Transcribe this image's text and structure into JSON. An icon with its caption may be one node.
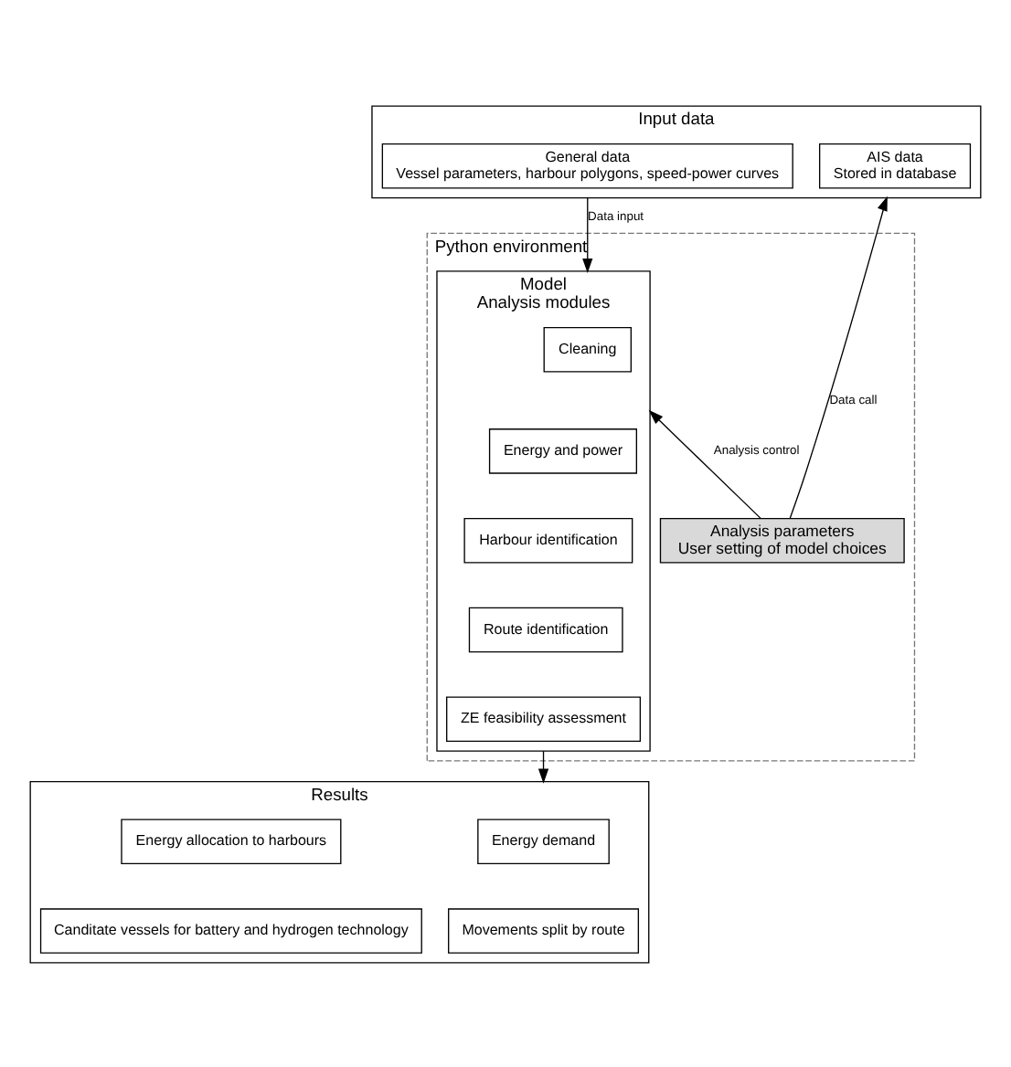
{
  "diagram": {
    "nodes": [
      {
        "text": [
          "Input data"
        ]
      },
      {
        "text": [
          "AIS data",
          "Stored in database"
        ],
        "in": 0
      },
      {
        "text": [
          "General data",
          "Vessel parameters, harbour polygons, speed-power curves"
        ],
        "in": 0
      },
      {
        "text": [
          "Python environment"
        ]
      },
      {
        "text": [
          "Analysis parameters",
          "User setting of model choices"
        ],
        "in": 3
      },
      {
        "text": [
          "Model",
          "Analysis modules"
        ],
        "in": 3
      },
      {
        "text": [
          "Cleaning"
        ],
        "in": 5
      },
      {
        "text": [
          "Energy and power"
        ],
        "in": 5
      },
      {
        "text": [
          "Harbour identification"
        ],
        "in": 5
      },
      {
        "text": [
          "Route identification"
        ],
        "in": 5
      },
      {
        "text": [
          "ZE feasibility assessment"
        ],
        "in": 5
      },
      {
        "text": [
          "Results"
        ]
      },
      {
        "text": [
          "Energy demand"
        ],
        "in": 11
      },
      {
        "text": [
          "Energy allocation to harbours"
        ],
        "in": 11
      },
      {
        "text": [
          "Movements split by route"
        ],
        "in": 11
      },
      {
        "text": [
          "Canditate vessels for battery and hydrogen technology"
        ],
        "in": 11
      }
    ],
    "edges": [
      {
        "from": 4,
        "to": 0,
        "arrow": "to",
        "label": "Data call"
      },
      {
        "from": 0,
        "to": 5,
        "arrow": "to",
        "label": "Data input"
      },
      {
        "from": 4,
        "to": 5,
        "arrow": "to",
        "label": "Analysis control"
      },
      {
        "from": 5,
        "to": 11,
        "arrow": "to"
      }
    ]
  }
}
